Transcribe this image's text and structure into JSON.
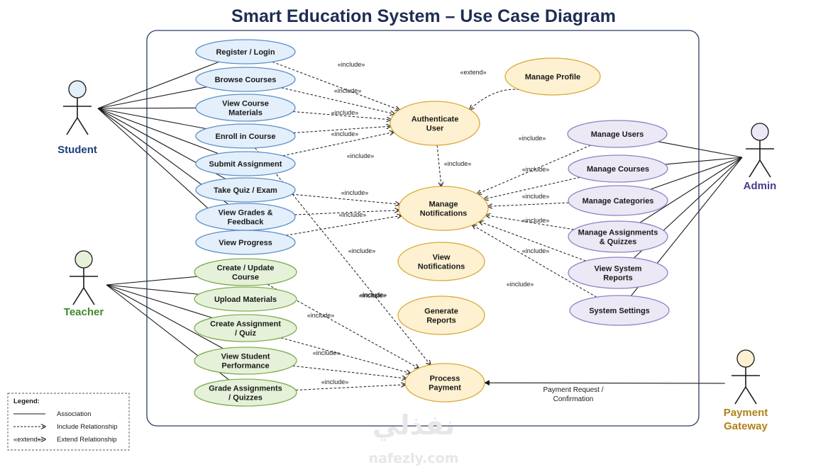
{
  "title": "Smart Education System – Use Case Diagram",
  "colors": {
    "student_fill": "#e3effb",
    "student_stroke": "#5b8fc9",
    "teacher_fill": "#e6f1d9",
    "teacher_stroke": "#7fae52",
    "admin_fill": "#ece8f6",
    "admin_stroke": "#8f82c0",
    "central_fill": "#fdf1d1",
    "central_stroke": "#d9aa37",
    "student_label": "#1f3f78",
    "teacher_label": "#3f8a2b",
    "admin_label": "#4b3a8a",
    "gateway_label": "#b08118"
  },
  "actors": [
    {
      "id": "student",
      "label": "Student",
      "role": "student"
    },
    {
      "id": "teacher",
      "label": "Teacher",
      "role": "teacher"
    },
    {
      "id": "admin",
      "label": "Admin",
      "role": "admin"
    },
    {
      "id": "gateway",
      "label": "Payment\nGateway",
      "role": "gateway"
    }
  ],
  "use_cases": [
    {
      "id": "register",
      "label": "Register / Login",
      "group": "student"
    },
    {
      "id": "browse",
      "label": "Browse Courses",
      "group": "student"
    },
    {
      "id": "viewmat",
      "label": "View Course\nMaterials",
      "group": "student"
    },
    {
      "id": "enroll",
      "label": "Enroll in Course",
      "group": "student"
    },
    {
      "id": "submit",
      "label": "Submit Assignment",
      "group": "student"
    },
    {
      "id": "quiz",
      "label": "Take Quiz / Exam",
      "group": "student"
    },
    {
      "id": "grades",
      "label": "View Grades &\nFeedback",
      "group": "student"
    },
    {
      "id": "progress",
      "label": "View Progress",
      "group": "student"
    },
    {
      "id": "createcourse",
      "label": "Create / Update\nCourse",
      "group": "teacher"
    },
    {
      "id": "upload",
      "label": "Upload Materials",
      "group": "teacher"
    },
    {
      "id": "createassign",
      "label": "Create Assignment\n/ Quiz",
      "group": "teacher"
    },
    {
      "id": "perf",
      "label": "View Student\nPerformance",
      "group": "teacher"
    },
    {
      "id": "gradeassign",
      "label": "Grade Assignments\n/ Quizzes",
      "group": "teacher"
    },
    {
      "id": "auth",
      "label": "Authenticate\nUser",
      "group": "central"
    },
    {
      "id": "profile",
      "label": "Manage Profile",
      "group": "central"
    },
    {
      "id": "notif",
      "label": "Manage\nNotifications",
      "group": "central"
    },
    {
      "id": "viewnotif",
      "label": "View\nNotifications",
      "group": "central"
    },
    {
      "id": "reports",
      "label": "Generate\nReports",
      "group": "central"
    },
    {
      "id": "payment",
      "label": "Process\nPayment",
      "group": "central"
    },
    {
      "id": "users",
      "label": "Manage Users",
      "group": "admin"
    },
    {
      "id": "courses",
      "label": "Manage Courses",
      "group": "admin"
    },
    {
      "id": "categories",
      "label": "Manage Categories",
      "group": "admin"
    },
    {
      "id": "assignquiz",
      "label": "Manage Assignments\n& Quizzes",
      "group": "admin"
    },
    {
      "id": "sysreports",
      "label": "View System\nReports",
      "group": "admin"
    },
    {
      "id": "settings",
      "label": "System Settings",
      "group": "admin"
    }
  ],
  "associations": [
    [
      "student",
      "register"
    ],
    [
      "student",
      "browse"
    ],
    [
      "student",
      "viewmat"
    ],
    [
      "student",
      "enroll"
    ],
    [
      "student",
      "submit"
    ],
    [
      "student",
      "quiz"
    ],
    [
      "student",
      "grades"
    ],
    [
      "student",
      "progress"
    ],
    [
      "teacher",
      "createcourse"
    ],
    [
      "teacher",
      "upload"
    ],
    [
      "teacher",
      "createassign"
    ],
    [
      "teacher",
      "perf"
    ],
    [
      "teacher",
      "gradeassign"
    ],
    [
      "admin",
      "users"
    ],
    [
      "admin",
      "courses"
    ],
    [
      "admin",
      "categories"
    ],
    [
      "admin",
      "assignquiz"
    ],
    [
      "admin",
      "sysreports"
    ],
    [
      "admin",
      "settings"
    ]
  ],
  "relationships": [
    {
      "from": "register",
      "to": "auth",
      "type": "include",
      "label": "«include»"
    },
    {
      "from": "browse",
      "to": "auth",
      "type": "include",
      "label": "«include»"
    },
    {
      "from": "viewmat",
      "to": "auth",
      "type": "include",
      "label": "«include»"
    },
    {
      "from": "enroll",
      "to": "auth",
      "type": "include",
      "label": "«include»"
    },
    {
      "from": "submit",
      "to": "auth",
      "type": "include",
      "label": "«include»"
    },
    {
      "from": "profile",
      "to": "auth",
      "type": "extend",
      "label": "«extend»"
    },
    {
      "from": "auth",
      "to": "notif",
      "type": "include",
      "label": "«include»"
    },
    {
      "from": "quiz",
      "to": "notif",
      "type": "include",
      "label": "«include»"
    },
    {
      "from": "grades",
      "to": "notif",
      "type": "include",
      "label": "«include»"
    },
    {
      "from": "progress",
      "to": "notif",
      "type": "include",
      "label": ""
    },
    {
      "from": "users",
      "to": "notif",
      "type": "include",
      "label": "«include»"
    },
    {
      "from": "courses",
      "to": "notif",
      "type": "include",
      "label": "«include»"
    },
    {
      "from": "categories",
      "to": "notif",
      "type": "include",
      "label": "«include»"
    },
    {
      "from": "assignquiz",
      "to": "notif",
      "type": "include",
      "label": "«include»"
    },
    {
      "from": "sysreports",
      "to": "notif",
      "type": "include",
      "label": "«include»"
    },
    {
      "from": "settings",
      "to": "notif",
      "type": "include",
      "label": "«include»"
    },
    {
      "from": "enroll",
      "to": "payment",
      "type": "include",
      "label": "«include»"
    },
    {
      "from": "createcourse",
      "to": "payment",
      "type": "include",
      "label": "«include»"
    },
    {
      "from": "createassign",
      "to": "payment",
      "type": "include",
      "label": "«include»"
    },
    {
      "from": "perf",
      "to": "payment",
      "type": "include",
      "label": "«include»"
    },
    {
      "from": "gradeassign",
      "to": "payment",
      "type": "include",
      "label": "«include»"
    },
    {
      "from": "gateway",
      "to": "payment",
      "type": "association",
      "label": "Payment Request /\nConfirmation"
    }
  ],
  "extra_labels": [
    "«include»"
  ],
  "legend": {
    "title": "Legend:",
    "items": [
      {
        "sample": "",
        "label": "Association"
      },
      {
        "sample": "",
        "label": "Include Relationship"
      },
      {
        "sample": "«extend»",
        "label": "Extend Relationship"
      }
    ]
  },
  "watermark": {
    "arabic": "نفذلي",
    "latin": "nafezly.com"
  }
}
